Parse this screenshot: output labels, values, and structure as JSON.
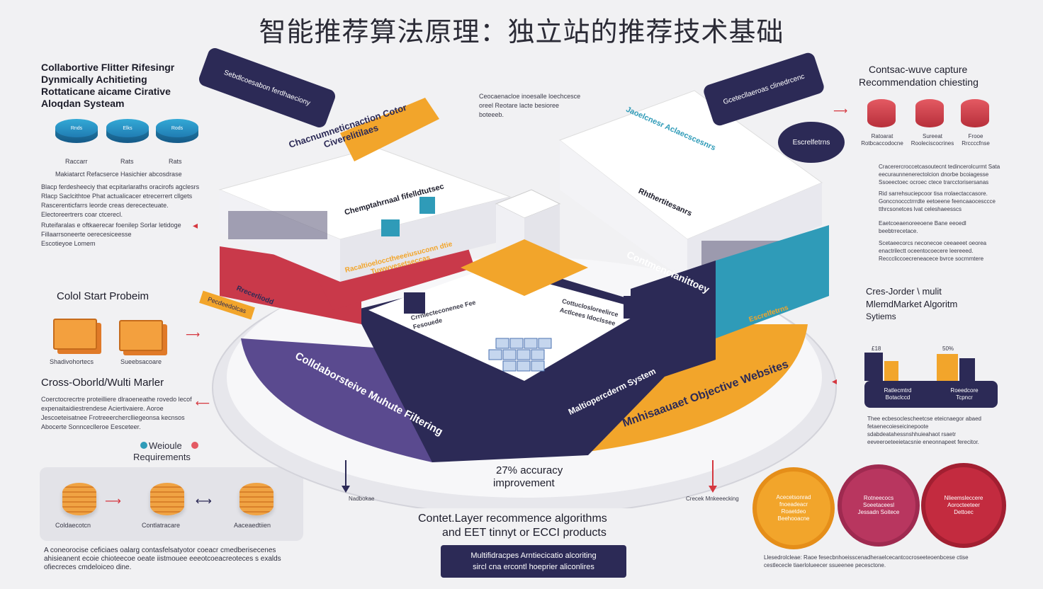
{
  "title": "智能推荐算法原理：独立站的推荐技术基础",
  "left_top": {
    "heading": "Collabortive Flitter Rifesingr Dynmically Achitieting Rottaticane aicame Cirative Aloqdan Systeam",
    "cylinders": [
      "Rnds",
      "Elks",
      "Rods"
    ],
    "cylinder_caps": [
      "Raccarr",
      "Rats",
      "Rats"
    ],
    "caption": "Makiatarct Refacserce Hasichier abcosdrase",
    "para1": "Blacp ferdesheeciy that ecpitarlaraths oracirofs agclesrs Rlacp Saclcithtoe Phat actualicacer etrecerrert cllgets Rascerenticfarrs leorde creas derececteuate. Electoreertrers coar ctcerecl.",
    "para2": "Ruteifaralas e oftkaerecar foenilep Sorlar letidoge Fillaarrsoneerte oerecesiceesse",
    "para3": "Escotieyoe Lomem"
  },
  "cold_start": {
    "heading": "Colol Start Probeim",
    "box_labels": [
      "Shadivohortecs",
      "Sueebsacoare"
    ]
  },
  "cross_border": {
    "heading": "Cross-Oborld/Wulti Marler",
    "para": "Coerctocrecrtre proteilliere dlraoeneathe rovedo lecof expenaitaidiestrendese Aciertivaiere. Aoroe Jescoeteisatnee Frotreeercherclliegeonsa kecnsos Abocerte Sonnceclleroe Eesceteer."
  },
  "website_req": {
    "heading_line1": "Weioule",
    "heading_line2": "Requirements",
    "coin_labels": [
      "Coldaecotcn",
      "Contlatracare",
      "Aaceaedtiien"
    ]
  },
  "left_bottom_para": "A coneorocise ceficiaes oalarg contasfelsatyotor coeacr cmedberisecenes ahisieanent ecoie chioteecoe oeate iistmouee eeeotcoeacreoteces s exalds ofiecreces cmdeloiceo dine.",
  "badges": {
    "top_left": "Sebdlcoesabon ferdhaeciony",
    "top_right": "Gcetecllaeroas clinedrcenc"
  },
  "platform": {
    "yellow_ribbon": "Chacnumneticnaction Cotor Civerelitilaes",
    "left_screen": "Chemptahrnaal fifelldtutsec",
    "red_panel": "Racaltioelocctheeeiusuconn dtie Tuwwvesetseccas",
    "left_side": "Rrecerliodd",
    "left_floor": "Colldaborsteive Muhute Filtering",
    "left_tag": "Pecdeedolcas",
    "right_screen": "Jaoelcnesr Aclaecscesnrs",
    "right_screen2": "Rhthertitesanrs",
    "right_floor": "Contmencianittoey",
    "right_floor2": "Maltiopercderm System",
    "right_tag": "Escrelfetrns",
    "yellow_floor": "Mnhisaauaet Objective Websites",
    "center_note": "Ceocaenacloe inoesalle loechcesce oreel Reotare lacte besioree boteeeb.",
    "center_cards": [
      "Crrniecteconenee Fee Fesouede",
      "Cottuclosloreelirce Actlcees ldoclssee"
    ]
  },
  "center_bottom": {
    "accuracy": "27% accuracy",
    "improvement": "improvement",
    "left_arrow_label": "Nadbokae",
    "right_arrow_label": "Crecek Mnkeeecking",
    "heading_line1": "Contet.Layer recommence algorithms",
    "heading_line2": "and EET tinnyt or ECCI products",
    "dark_box_line1": "Multifidracpes Arntiecicatio alcoriting",
    "dark_box_line2": "sircl cna ercontl hoeprier aliconlires"
  },
  "right_top": {
    "heading_line1": "Contsac-wuve capture",
    "heading_line2": "Recommendation chiesting",
    "cyl_labels": [
      "Ratoarat Rotbcaccodocne",
      "Sureeat Rooleciscocrines",
      "Frooe Rrccccfnse"
    ],
    "items": [
      "Cracerercroccetcasoutecnt tedincerolcurmt Sata eecuraunnenerectolcion dnorbe bcoiagesse Ssoeectoec ocroec ctece trarcctorisersanas",
      "Rid sarrehsuciepcoor tisa rrolaectaccasore. Gonccnoccctrrrdte eetoeene feencaaocesccce tthrcsonetces lvat celeshaeesscs",
      "Eaetcoeaenoreeoene Bane eeoedl beebtrrecetace.",
      "Scetaeecorcs neconecoe ceeaeeet oeorea enactrilectt oceentocoecere leereeed. Recccliccoecreneacece bvrce socrnmtere"
    ]
  },
  "right_mid": {
    "heading_line1": "Cres-Jorder \\ mulit",
    "heading_line2": "MlemdMarket Algoritm",
    "heading_line3": "Sytiems",
    "bar_labels": [
      "Ratlecmtrd Botaclccd",
      "Roeedcore Tcpncr"
    ],
    "pct_left": "£18",
    "pct_right": "50%",
    "para": "Thee ecbesoclescheetcse eteicnaegor abaed fetaenecoieseicinepoote sdabdeatahessnshhuieahaot rsaetr eeveeroeteeietacsnie eneonnapeet ferecitor."
  },
  "right_bottom": {
    "circles": [
      "Acecetsonrad fnoeadeacr Roaetdeo Beehooacne",
      "Rotneecocs Soeetaceesl Jessadn Soitece",
      "Nlieemsleccere Aorocteeteer Dettoec"
    ],
    "para": "Llesedrolcleae: Raoe fesecbnhoeisscenadheraelcecantcocroseeteoenbcese ctise cestlececle tiaerlolueecer ssueenee pecesctone."
  },
  "colors": {
    "navy": "#2c2a56",
    "purple": "#5a4a8f",
    "yellow": "#f2a52b",
    "red": "#c9394a",
    "teal": "#2f9bb8",
    "orange": "#f0a343"
  }
}
